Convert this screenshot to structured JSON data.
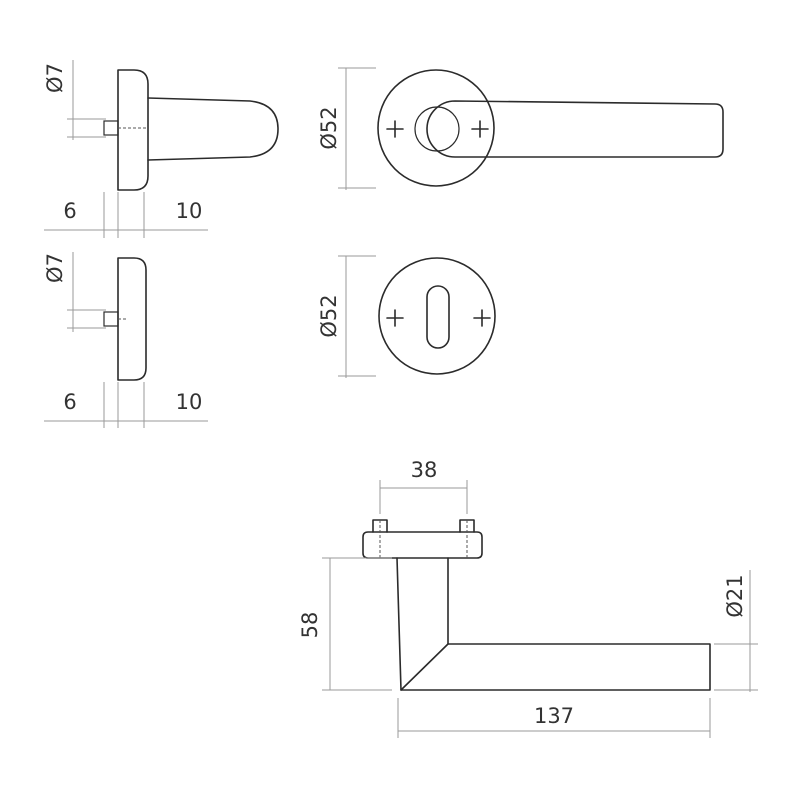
{
  "labels": {
    "rose_side_diameter": "Ø7",
    "rose_side_thickness": "6",
    "rose_side_depth": "10",
    "rose_front_diameter": "Ø52",
    "escutcheon_side_diameter": "Ø7",
    "escutcheon_side_thickness": "6",
    "escutcheon_side_depth": "10",
    "escutcheon_front_diameter": "Ø52",
    "lever_spacing": "38",
    "lever_height": "58",
    "lever_length": "137",
    "lever_grip_diameter": "Ø21"
  },
  "colors": {
    "line": "#2b2b2b",
    "dimension": "#9a9a9a",
    "text": "#333333"
  }
}
